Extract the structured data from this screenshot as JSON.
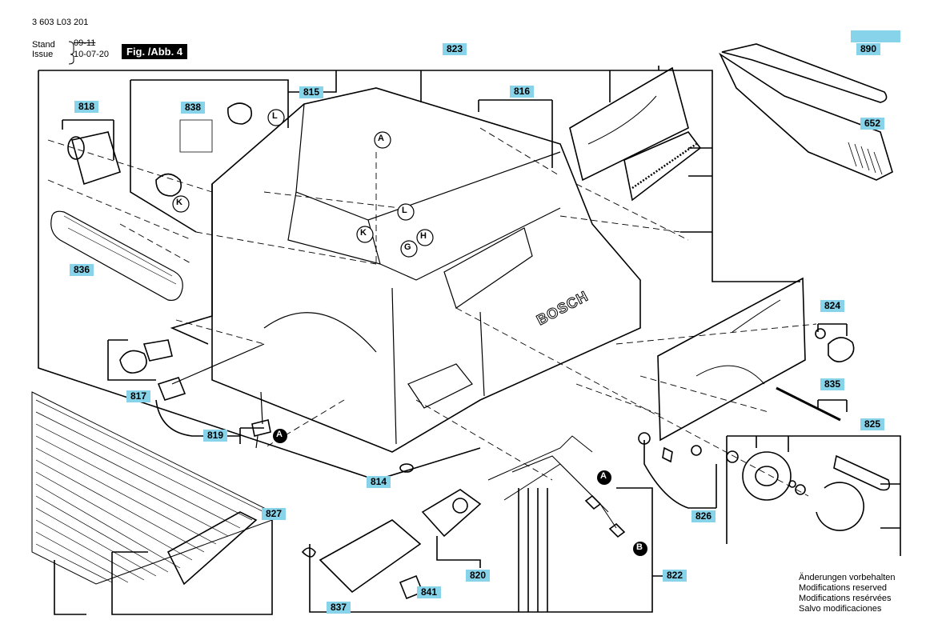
{
  "header": {
    "doc_number": "3 603 L03 201",
    "stand_label": "Stand",
    "issue_label": "Issue",
    "old_date": "09-11",
    "new_date": "10-07-20",
    "figure_label": "Fig. /Abb. 4"
  },
  "part_labels": {
    "p814": "814",
    "p815": "815",
    "p816": "816",
    "p817": "817",
    "p818": "818",
    "p819": "819",
    "p820": "820",
    "p822": "822",
    "p823": "823",
    "p824": "824",
    "p825": "825",
    "p826": "826",
    "p827": "827",
    "p835": "835",
    "p836": "836",
    "p837": "837",
    "p838": "838",
    "p841": "841",
    "p652": "652",
    "p890": "890"
  },
  "callouts": {
    "A": "A",
    "B": "B",
    "G": "G",
    "H": "H",
    "K": "K",
    "L": "L"
  },
  "brand_mark": "BOSCH",
  "notes": [
    "Änderungen vorbehalten",
    "Modifications reserved",
    "Modifications resérvées",
    "Salvo modificaciones"
  ],
  "colors": {
    "label_bg": "#86d3ea",
    "ink": "#000000"
  }
}
